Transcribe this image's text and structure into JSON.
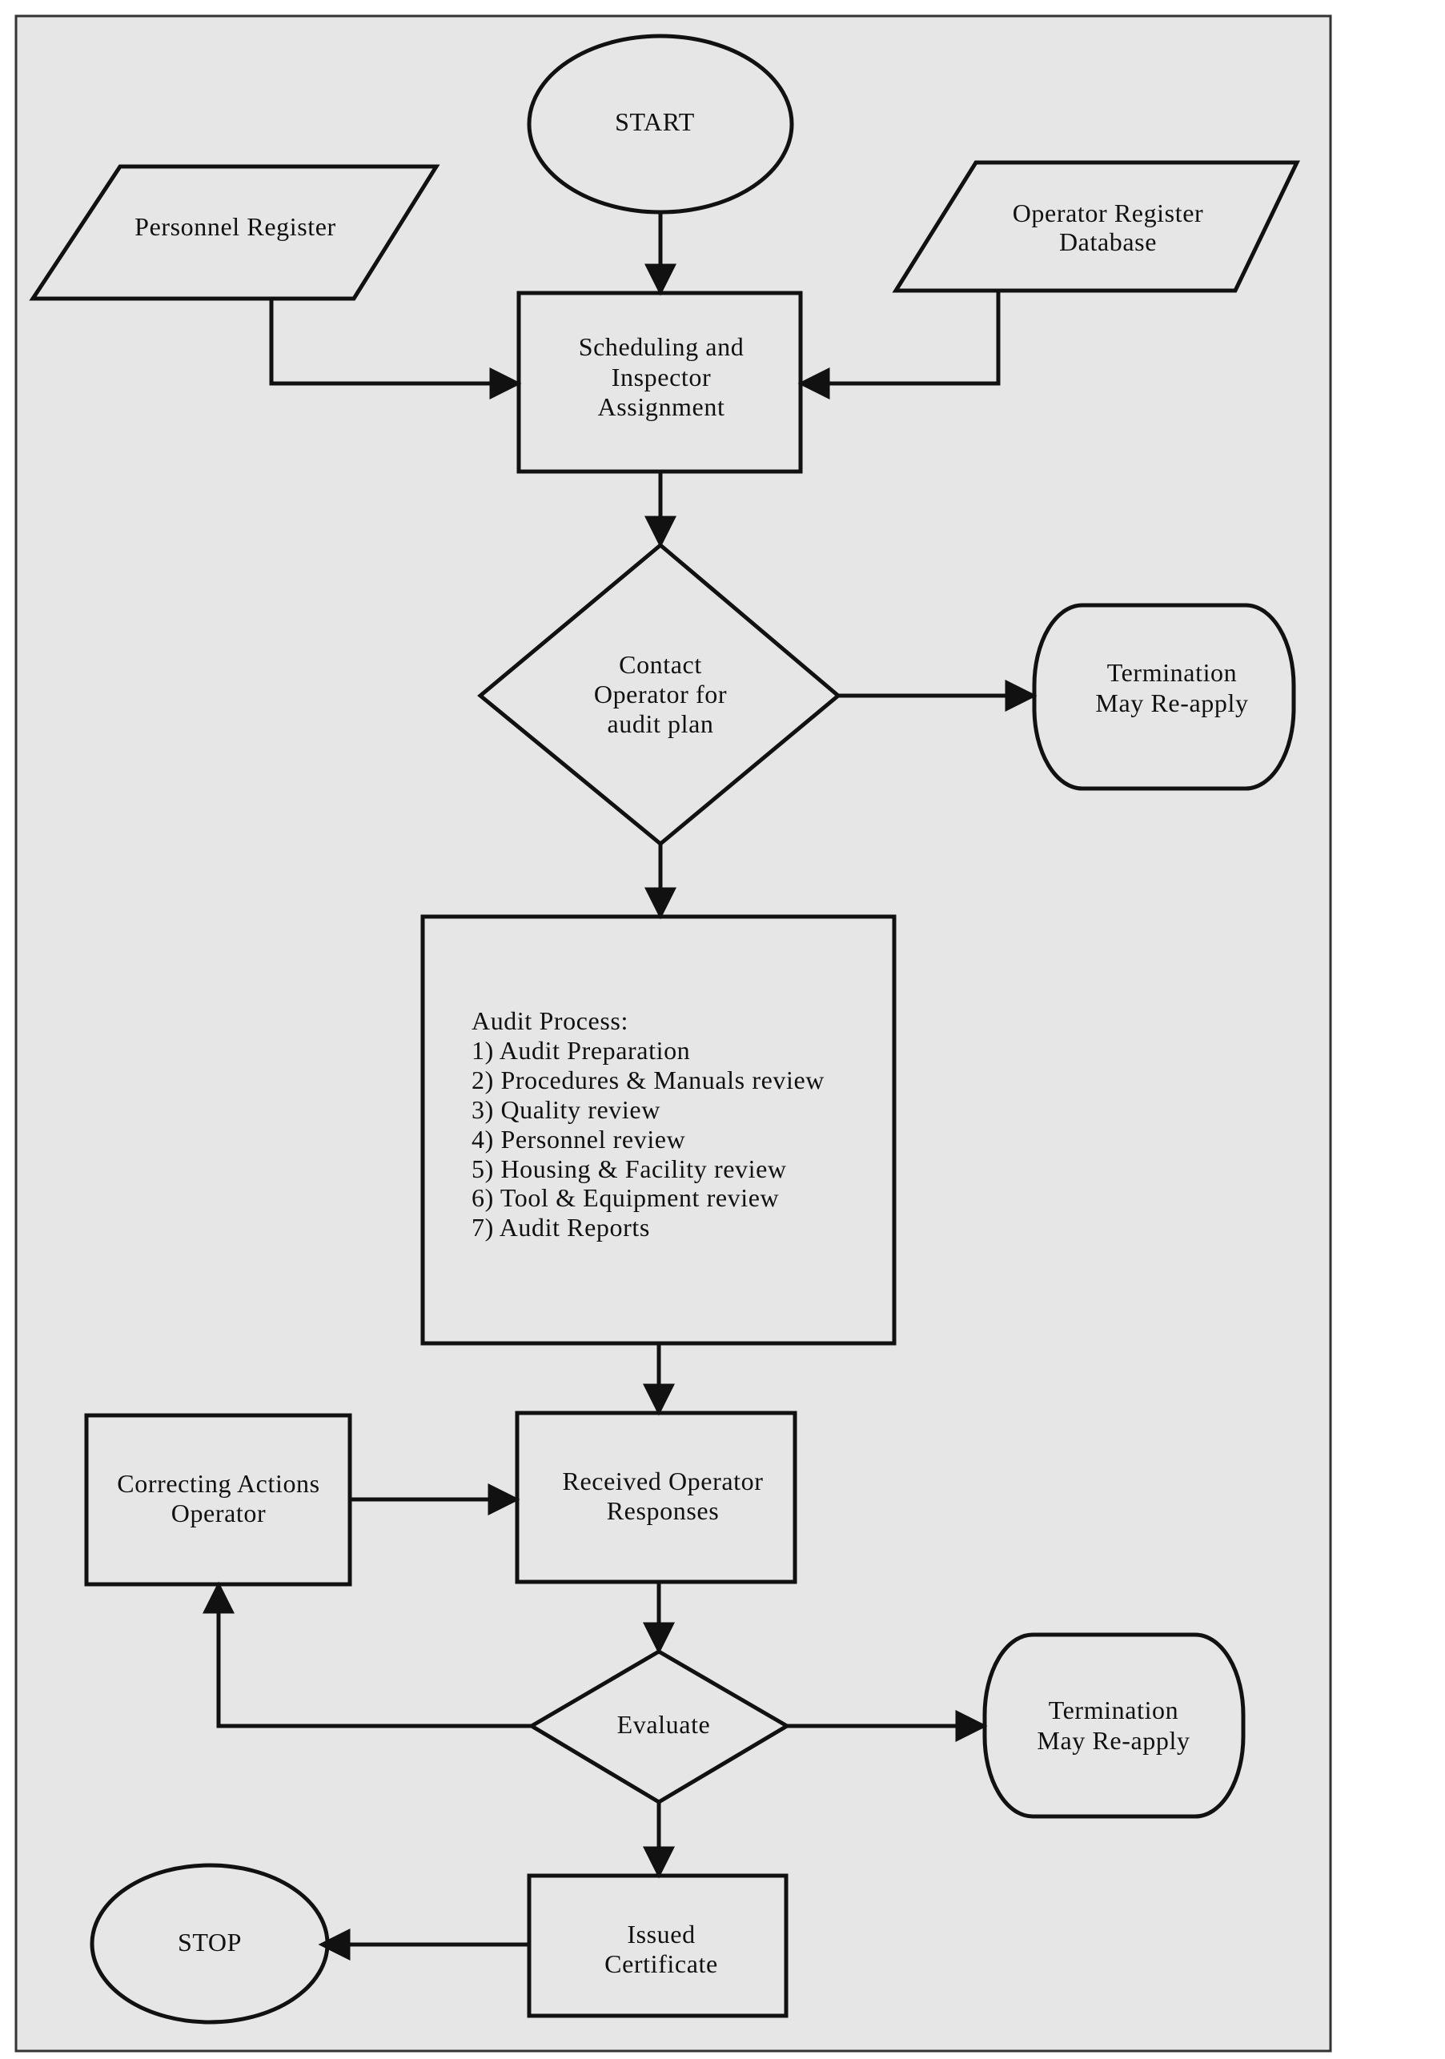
{
  "diagram": {
    "nodes": {
      "start": {
        "shape": "ellipse",
        "lines": [
          "START"
        ]
      },
      "personnel_register": {
        "shape": "parallelogram",
        "lines": [
          "Personnel Register"
        ]
      },
      "operator_register": {
        "shape": "parallelogram",
        "lines": [
          "Operator Register",
          "Database"
        ]
      },
      "scheduling": {
        "shape": "rectangle",
        "lines": [
          "Scheduling and",
          "Inspector",
          "Assignment"
        ]
      },
      "contact_operator": {
        "shape": "diamond",
        "lines": [
          "Contact",
          "Operator for",
          "audit plan"
        ]
      },
      "termination_1": {
        "shape": "terminal",
        "lines": [
          "Termination",
          "May Re-apply"
        ]
      },
      "audit_process": {
        "shape": "rectangle",
        "title": "Audit Process:",
        "steps": [
          "1) Audit Preparation",
          "2) Procedures & Manuals review",
          "3) Quality review",
          "4) Personnel review",
          "5) Housing & Facility review",
          "6) Tool & Equipment review",
          "7) Audit Reports"
        ]
      },
      "received_responses": {
        "shape": "rectangle",
        "lines": [
          "Received Operator",
          "Responses"
        ]
      },
      "correcting_actions": {
        "shape": "rectangle",
        "lines": [
          "Correcting Actions",
          "Operator"
        ]
      },
      "evaluate": {
        "shape": "diamond",
        "lines": [
          "Evaluate"
        ]
      },
      "termination_2": {
        "shape": "terminal",
        "lines": [
          "Termination",
          "May Re-apply"
        ]
      },
      "issued_certificate": {
        "shape": "rectangle",
        "lines": [
          "Issued",
          "Certificate"
        ]
      },
      "stop": {
        "shape": "ellipse",
        "lines": [
          "STOP"
        ]
      }
    },
    "edges": [
      {
        "from": "start",
        "to": "scheduling"
      },
      {
        "from": "personnel_register",
        "to": "scheduling"
      },
      {
        "from": "operator_register",
        "to": "scheduling"
      },
      {
        "from": "scheduling",
        "to": "contact_operator"
      },
      {
        "from": "contact_operator",
        "to": "termination_1"
      },
      {
        "from": "contact_operator",
        "to": "audit_process"
      },
      {
        "from": "audit_process",
        "to": "received_responses"
      },
      {
        "from": "correcting_actions",
        "to": "received_responses"
      },
      {
        "from": "received_responses",
        "to": "evaluate"
      },
      {
        "from": "evaluate",
        "to": "correcting_actions"
      },
      {
        "from": "evaluate",
        "to": "termination_2"
      },
      {
        "from": "evaluate",
        "to": "issued_certificate"
      },
      {
        "from": "issued_certificate",
        "to": "stop"
      }
    ]
  },
  "colors": {
    "background": "#e6e6e6",
    "stroke": "#111111",
    "text": "#111111"
  }
}
